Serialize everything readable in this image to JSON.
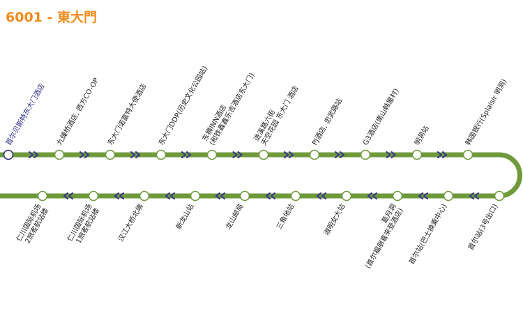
{
  "title": "6001 - 東大門",
  "colors": {
    "title": "#f08c1e",
    "line": "#6f9a3c",
    "arrow": "#3a3a8c",
    "station_fill": "#ffffff",
    "station_stroke": "#6f9a3c",
    "first_station_stroke": "#2a2a7a",
    "text": "#222222",
    "first_station_text": "#2a2a8c"
  },
  "top_stops": [
    {
      "name": "首尔贝斯特东大门酒店",
      "first": true
    },
    {
      "name": "九缫桥酒店, 西方CO-OP"
    },
    {
      "name": "东大门诺富特大使酒店"
    },
    {
      "name": "东大门DDP(历史文化公园站)"
    },
    {
      "name": "东横INN酒店\n(和铁鑫鑫乐吉酒店东大门)"
    },
    {
      "name": "进溪路六街\n天空花园 东大门 酒店"
    },
    {
      "name": "PJ酒店, 忠武路站"
    },
    {
      "name": "G3酒店(南山韩屋村)"
    },
    {
      "name": "明洞站"
    },
    {
      "name": "韩国银行(Splaisir 明洞)"
    }
  ],
  "bottom_stops": [
    {
      "name": "仁川国际机场\n2旅客航站楼"
    },
    {
      "name": "仁川国际机场\n1旅客航站楼"
    },
    {
      "name": "汉江大桥北端"
    },
    {
      "name": "新龙山站"
    },
    {
      "name": "龙山邮局"
    },
    {
      "name": "三角地站"
    },
    {
      "name": "淑明女大站"
    },
    {
      "name": "葛月洞\n(首尔福朋喜来登酒店)"
    },
    {
      "name": "首尔站(巴士换乘中心)"
    },
    {
      "name": "首尔站(3号出口)"
    }
  ]
}
